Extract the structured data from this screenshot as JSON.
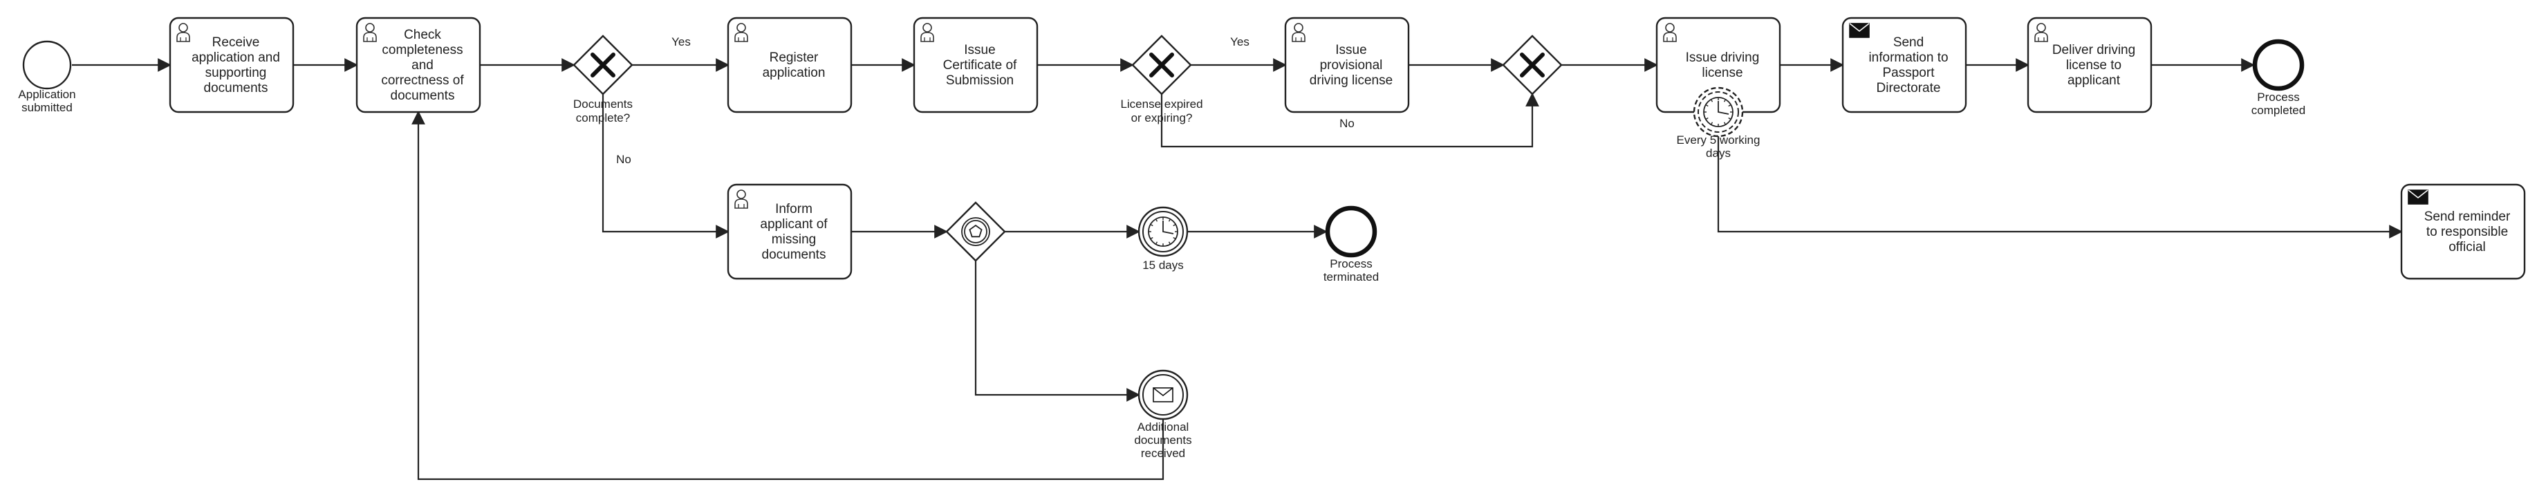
{
  "events": {
    "start": {
      "label": [
        "Application",
        "submitted"
      ]
    },
    "end_completed": {
      "label": [
        "Process",
        "completed"
      ]
    },
    "end_terminated": {
      "label": [
        "Process",
        "terminated"
      ]
    },
    "timer_15": {
      "label": [
        "15 days"
      ]
    },
    "msg_additional": {
      "label": [
        "Additional",
        "documents",
        "received"
      ]
    },
    "boundary_timer": {
      "label": [
        "Every 5 working",
        "days"
      ]
    }
  },
  "tasks": {
    "receive": {
      "label": [
        "Receive",
        "application and",
        "supporting",
        "documents"
      ],
      "icon": "user-icon"
    },
    "check": {
      "label": [
        "Check",
        "completeness",
        "and",
        "correctness of",
        "documents"
      ],
      "icon": "user-icon"
    },
    "register": {
      "label": [
        "Register",
        "application"
      ],
      "icon": "user-icon"
    },
    "certificate": {
      "label": [
        "Issue",
        "Certificate of",
        "Submission"
      ],
      "icon": "user-icon"
    },
    "provisional": {
      "label": [
        "Issue",
        "provisional",
        "driving license"
      ],
      "icon": "user-icon"
    },
    "issue_license": {
      "label": [
        "Issue driving",
        "license"
      ],
      "icon": "user-icon"
    },
    "send_passport": {
      "label": [
        "Send",
        "information to",
        "Passport",
        "Directorate"
      ],
      "icon": "envelope-icon"
    },
    "deliver": {
      "label": [
        "Deliver driving",
        "license to",
        "applicant"
      ],
      "icon": "user-icon"
    },
    "inform": {
      "label": [
        "Inform",
        "applicant of",
        "missing",
        "documents"
      ],
      "icon": "user-icon"
    },
    "reminder": {
      "label": [
        "Send reminder",
        "to responsible",
        "official"
      ],
      "icon": "envelope-icon"
    }
  },
  "gateways": {
    "docs_complete": {
      "label": [
        "Documents",
        "complete?"
      ]
    },
    "license_expired": {
      "label": [
        "License expired",
        "or expiring?"
      ]
    },
    "merge": {
      "label": []
    },
    "event_based": {
      "label": []
    }
  },
  "flow_labels": {
    "yes1": "Yes",
    "no1": "No",
    "yes2": "Yes",
    "no2": "No"
  }
}
